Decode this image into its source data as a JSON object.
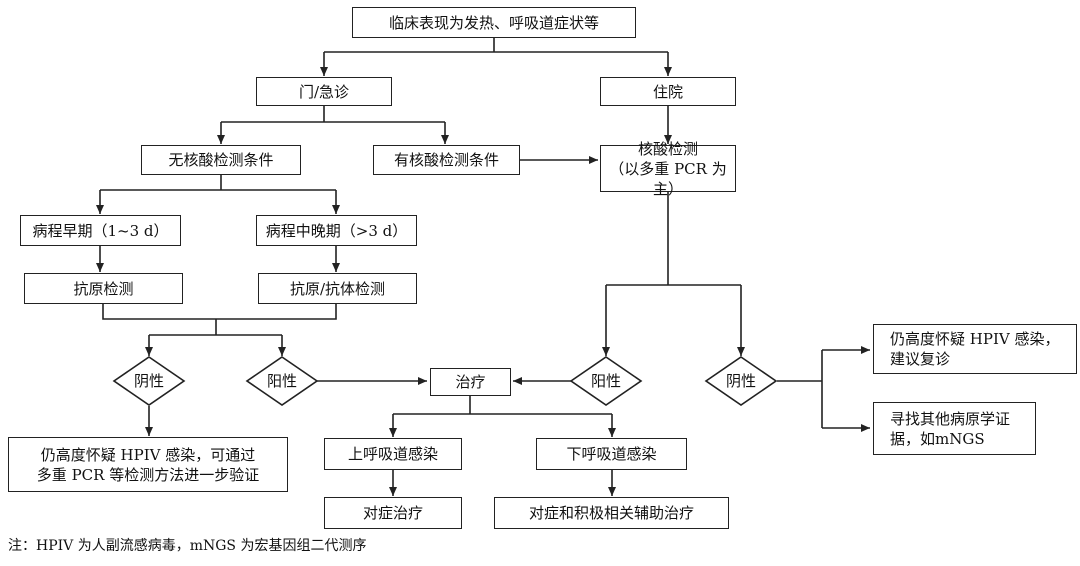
{
  "nodes": {
    "clinical": "临床表现为发热、呼吸道症状等",
    "outpatient": "门/急诊",
    "inpatient": "住院",
    "no_nucleic": "无核酸检测条件",
    "has_nucleic": "有核酸检测条件",
    "nucleic_test_l1": "核酸检测",
    "nucleic_test_l2": "（以多重 PCR 为主）",
    "early_stage": "病程早期（1~3 d）",
    "mid_late_stage": "病程中晚期（>3 d）",
    "antigen_test": "抗原检测",
    "antigen_antibody_test": "抗原/抗体检测",
    "treatment": "治疗",
    "upper_resp": "上呼吸道感染",
    "lower_resp": "下呼吸道感染",
    "symptomatic": "对症治疗",
    "symptomatic_support": "对症和积极相关辅助治疗",
    "verify_l1": "仍高度怀疑 HPIV 感染，可通过",
    "verify_l2": "多重 PCR 等检测方法进一步验证",
    "revisit_l1": "仍高度怀疑 HPIV 感染，",
    "revisit_l2": "建议复诊",
    "other_l1": "寻找其他病原学证",
    "other_l2": "据，如mNGS"
  },
  "diamonds": {
    "neg_left": "阴性",
    "pos_left": "阳性",
    "pos_right": "阳性",
    "neg_right": "阴性"
  },
  "note": "注：HPIV 为人副流感病毒，mNGS 为宏基因组二代测序"
}
